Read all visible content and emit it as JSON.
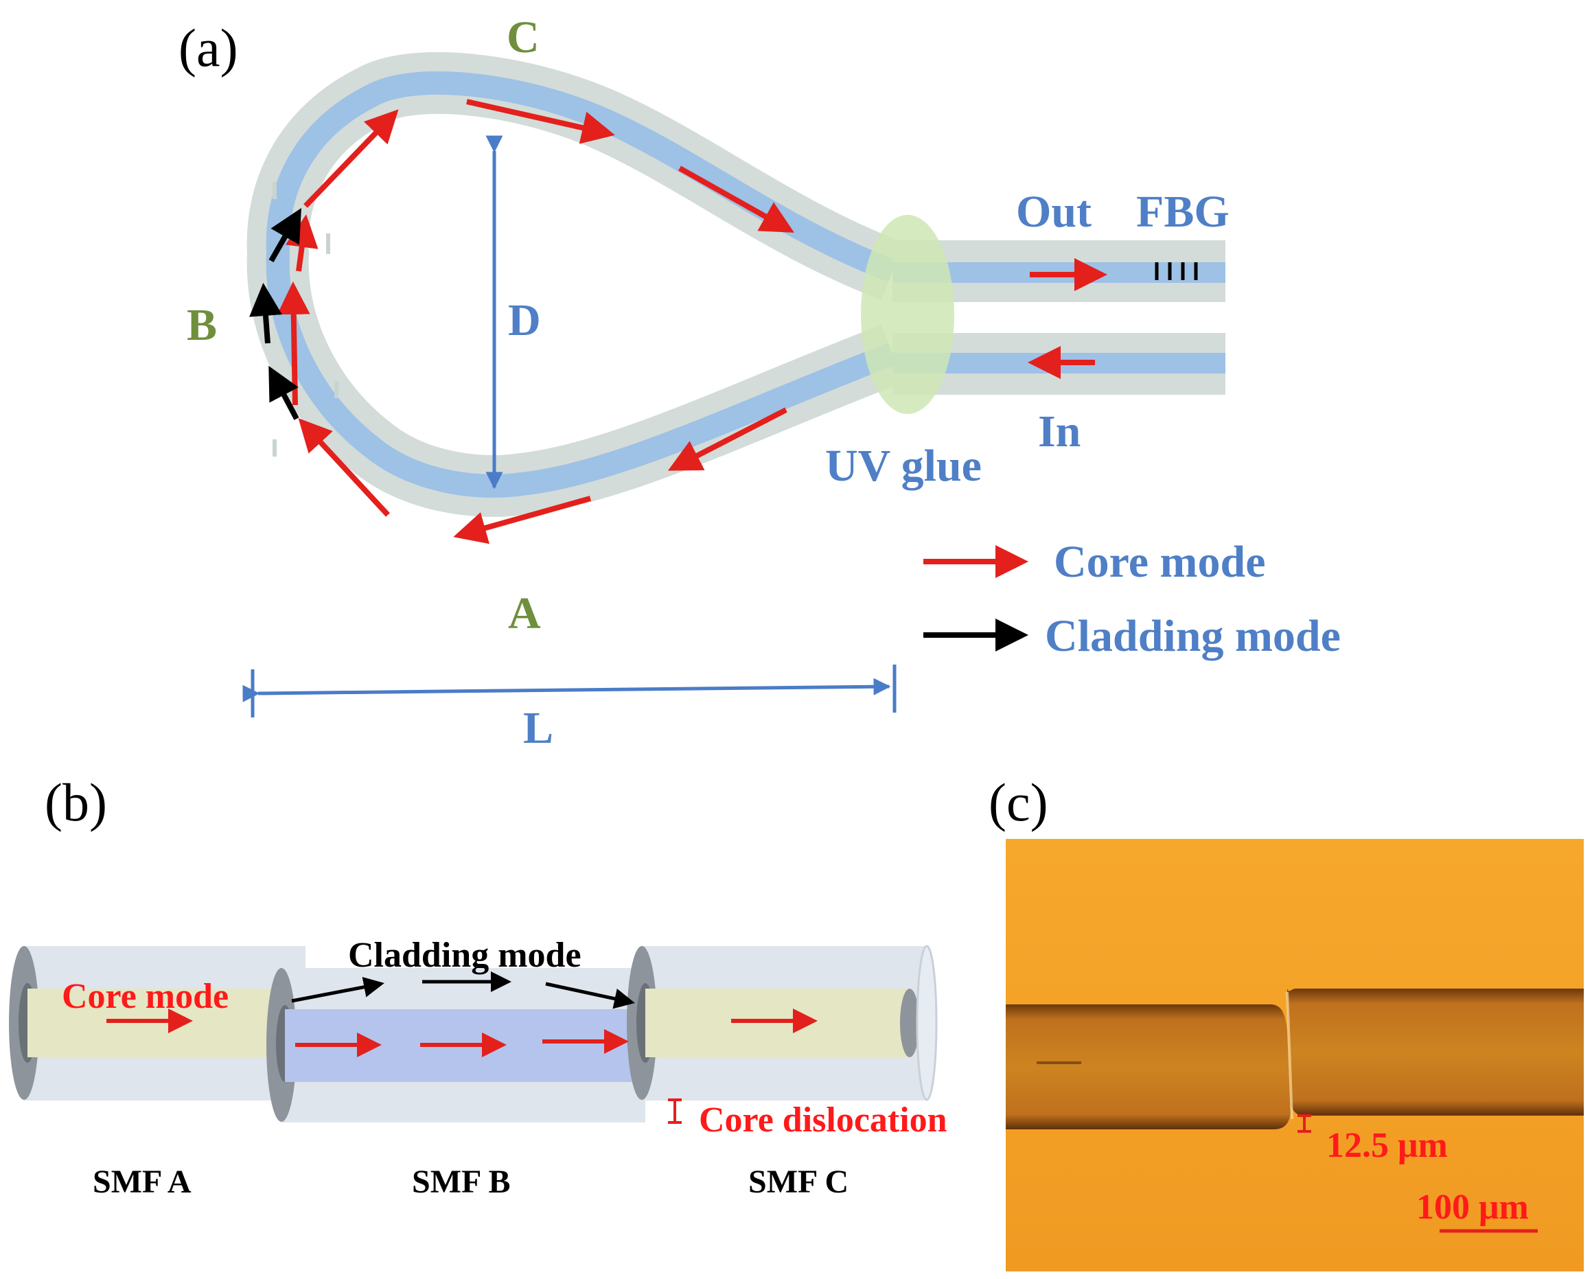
{
  "panels": {
    "a": {
      "label": "(a)",
      "points": {
        "a": "A",
        "b": "B",
        "c": "C"
      },
      "dimensions": {
        "d": "D",
        "l": "L"
      },
      "ports": {
        "out": "Out",
        "in": "In",
        "fbg": "FBG",
        "uv_glue": "UV glue"
      },
      "legend": [
        {
          "label": "Core mode",
          "color": "#e3201c"
        },
        {
          "label": "Cladding mode",
          "color": "#000000"
        }
      ]
    },
    "b": {
      "label": "(b)",
      "core_mode": "Core mode",
      "cladding_mode": "Cladding mode",
      "core_dislocation": "Core dislocation",
      "fibers": [
        "SMF A",
        "SMF B",
        "SMF C"
      ]
    },
    "c": {
      "label": "(c)",
      "offset": "12.5 μm",
      "scale_bar": "100 μm"
    }
  },
  "colors": {
    "cladding": "#d3dcd8",
    "core": "#9ec1e6",
    "glue": "#cfe6b5",
    "label_blue": "#4f7fc6",
    "label_green": "#6f8f3c",
    "core_mode_red": "#e3201c",
    "microscope_background": "#f3a028"
  }
}
